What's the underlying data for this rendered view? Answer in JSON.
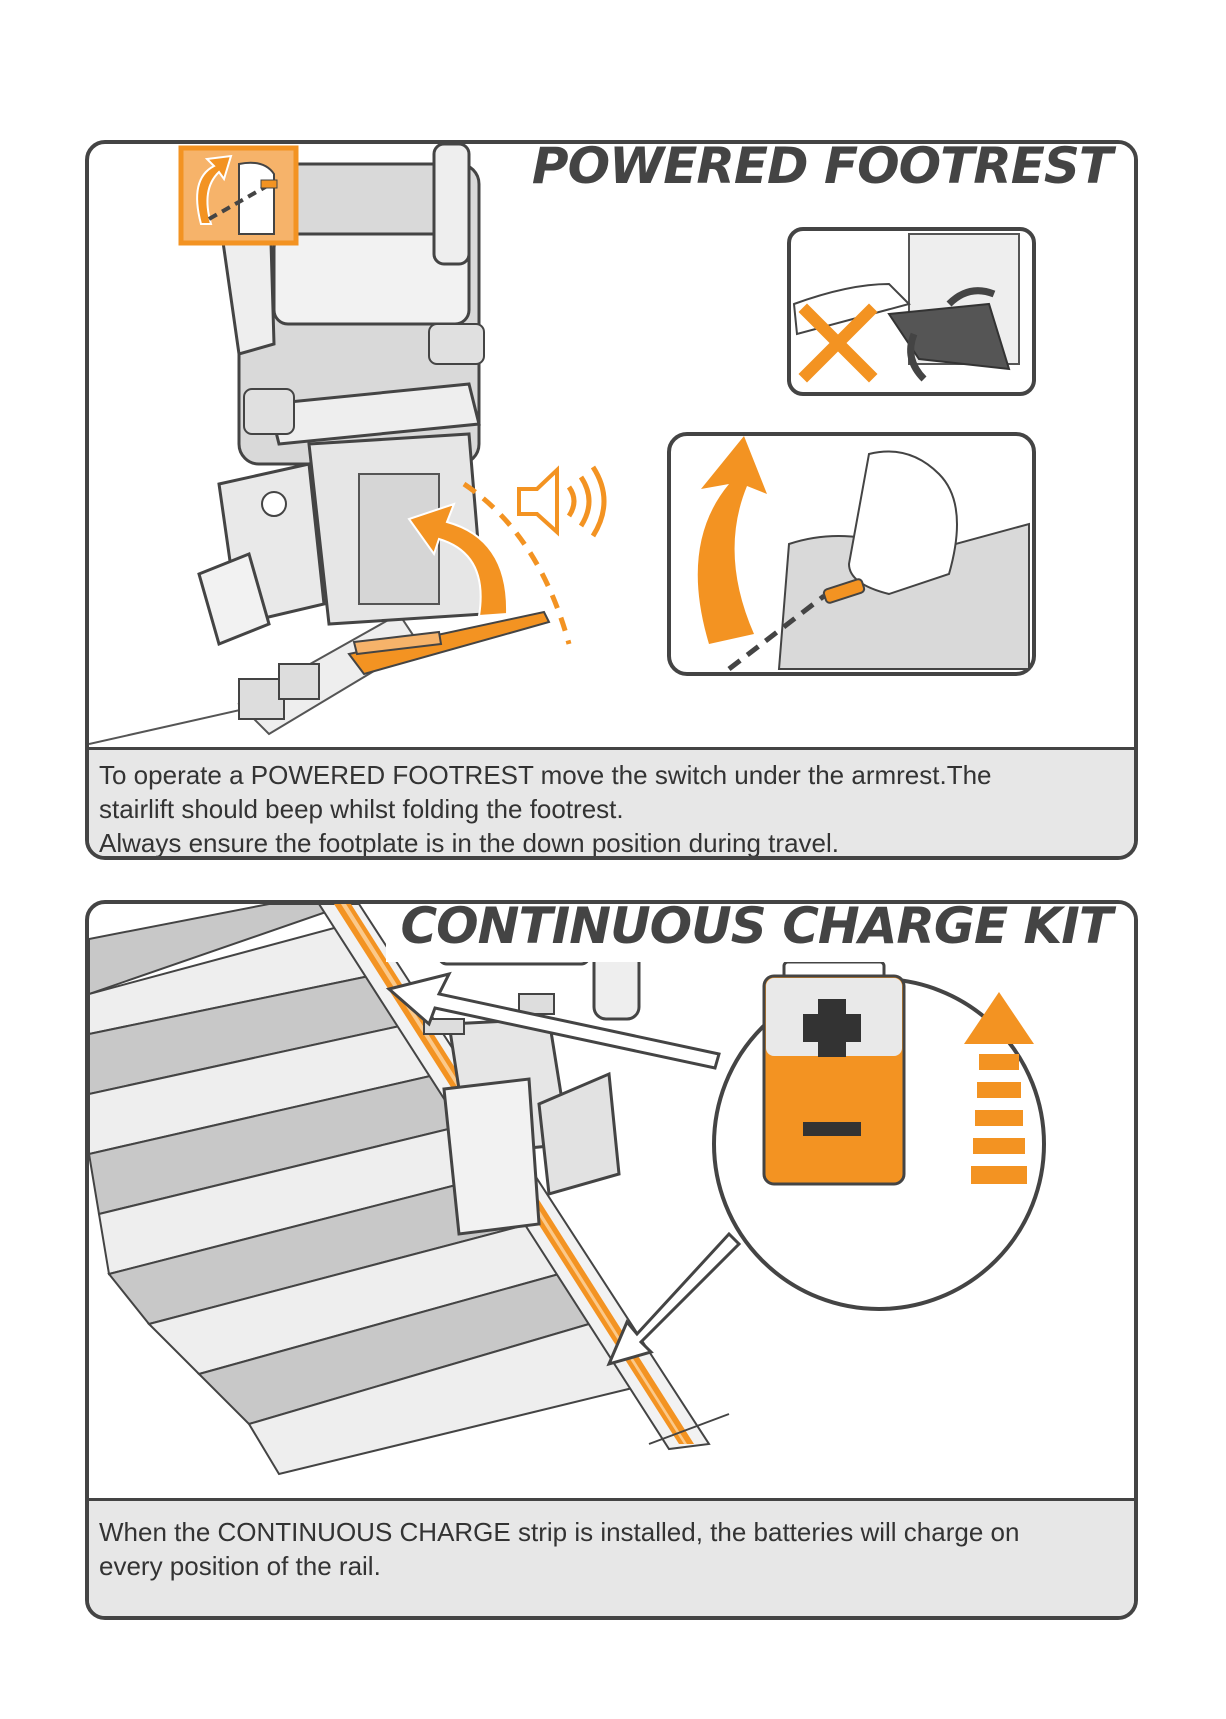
{
  "powered_footrest": {
    "title": "POWERED FOOTREST",
    "caption_lines": [
      "To operate a POWERED FOOTREST move the switch under the armrest.The",
      "stairlift should beep whilst folding the footrest.",
      "Always ensure the footplate is in the down position during travel."
    ]
  },
  "continuous_charge": {
    "title": "CONTINUOUS CHARGE KIT",
    "caption_lines": [
      "When the CONTINUOUS CHARGE strip is installed, the batteries will charge on",
      "every position of the rail."
    ]
  },
  "colors": {
    "accent_orange": "#f39322",
    "outline_gray": "#444444",
    "caption_bg": "#e7e7e7"
  },
  "icons": [
    "switch-arrow-icon",
    "speaker-beep-icon",
    "cross-icon",
    "fold-arrow-icon",
    "battery-icon",
    "charge-arrow-icon"
  ]
}
